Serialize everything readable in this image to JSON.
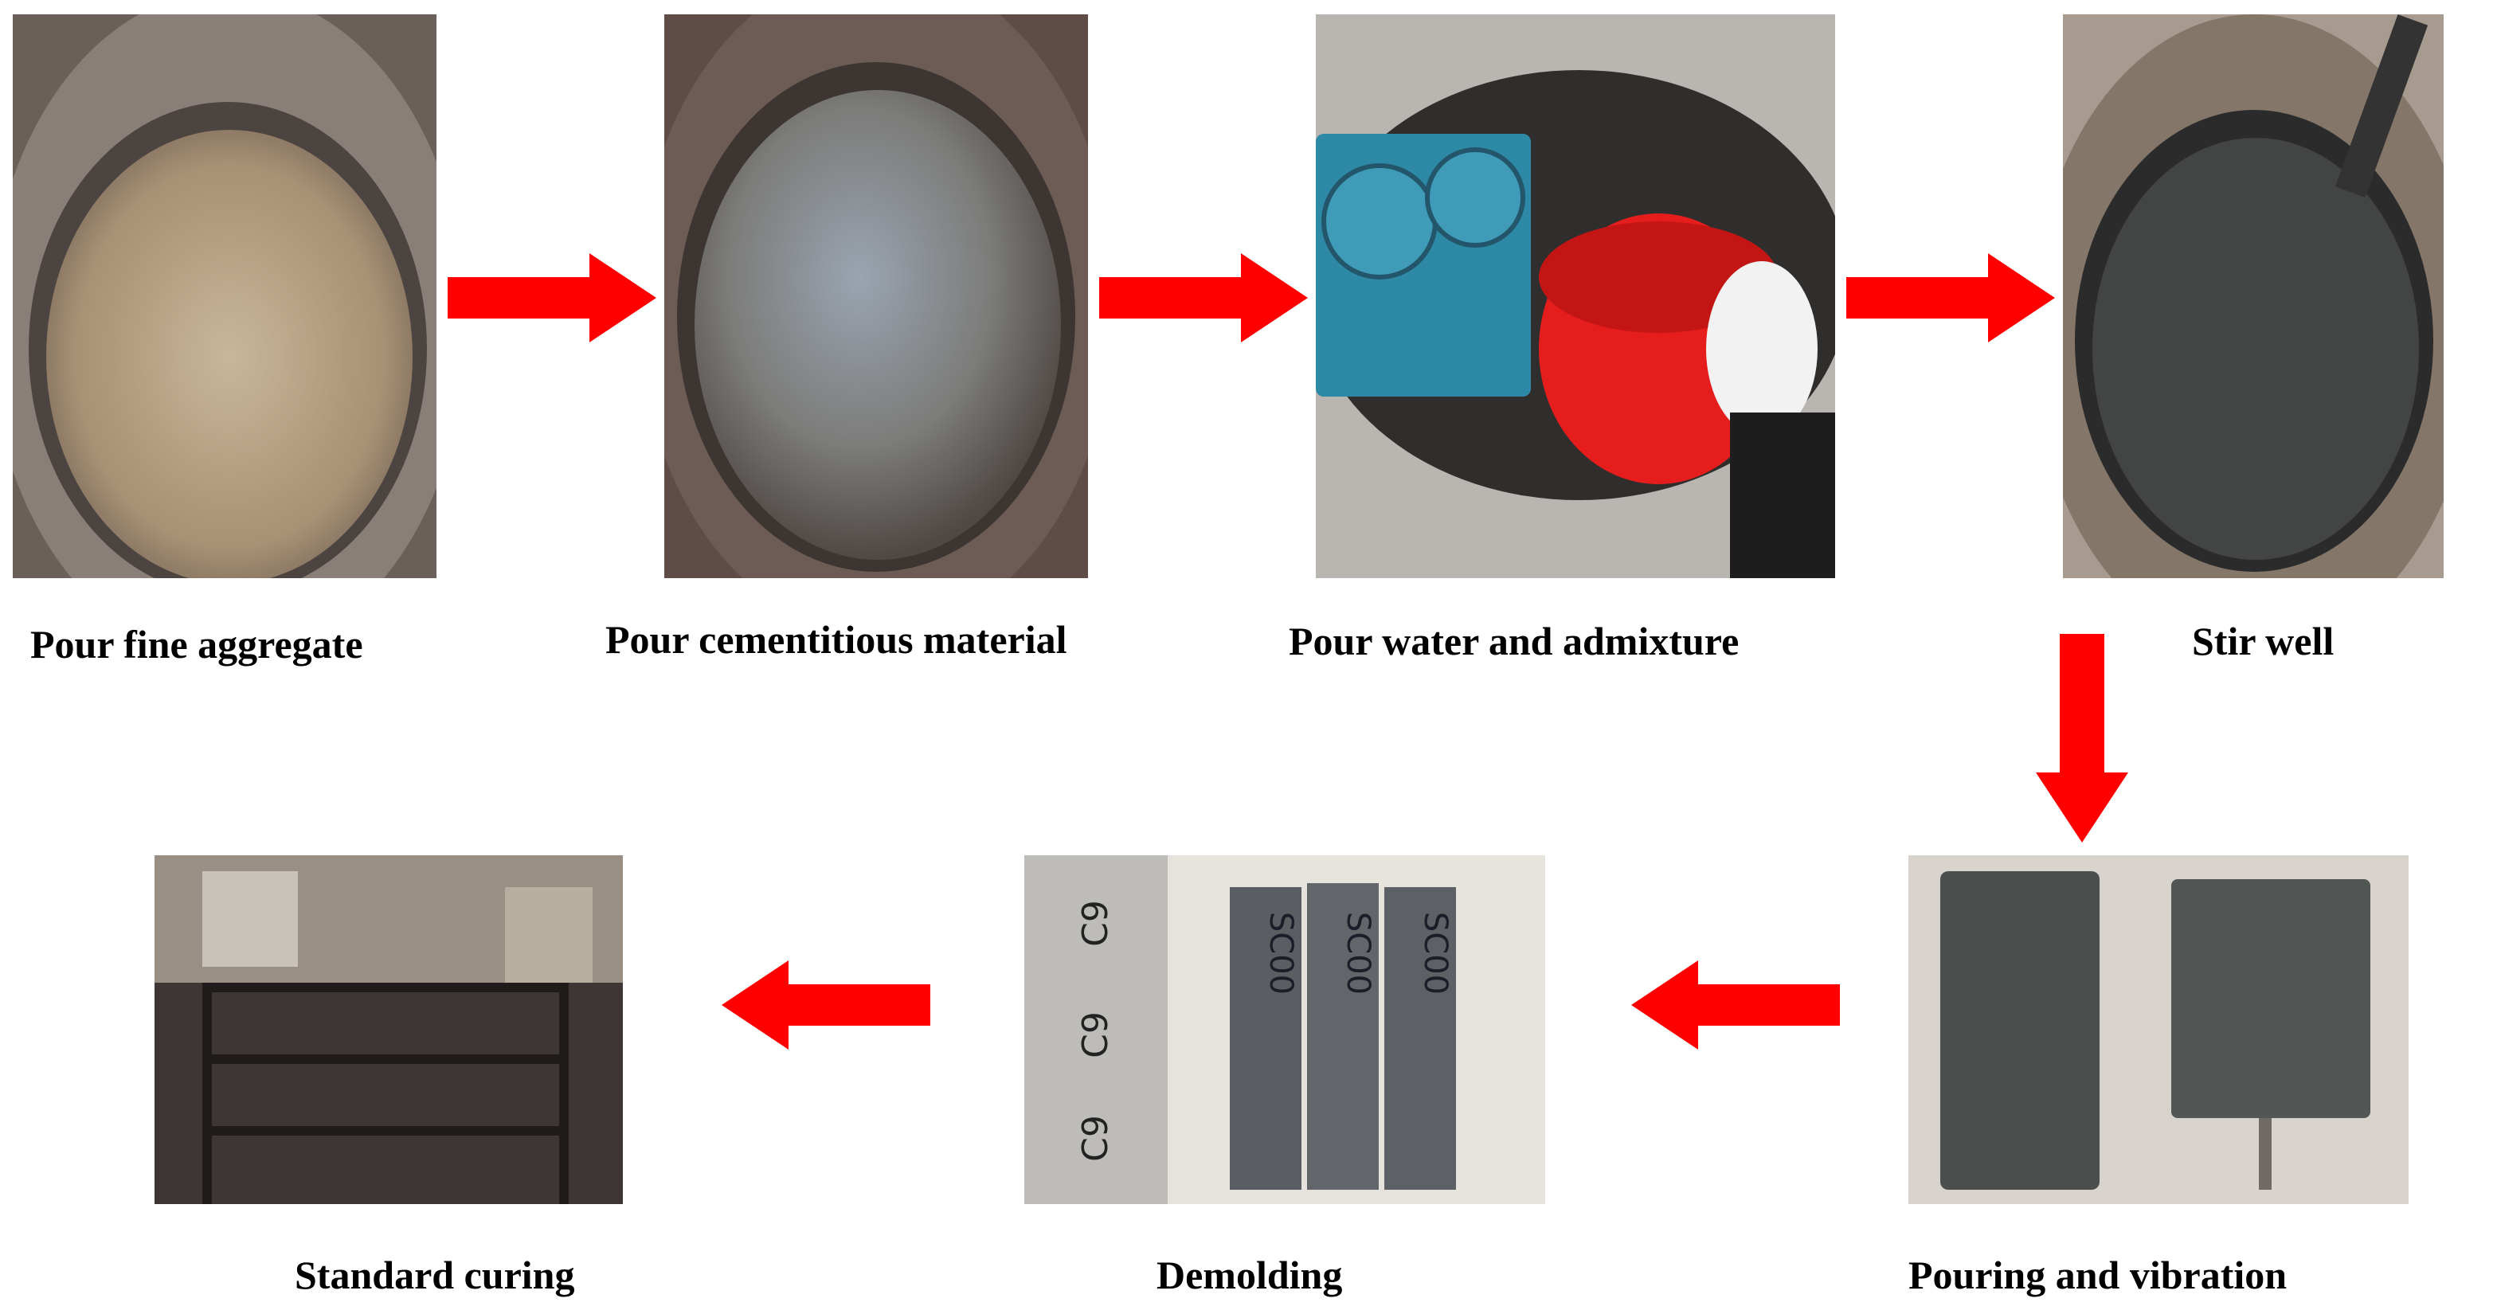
{
  "steps": {
    "fine_aggregate": "Pour fine aggregate",
    "cementitious": "Pour cementitious material",
    "water_admixture": "Pour water and admixture",
    "stir": "Stir well",
    "pouring": "Pouring and vibration",
    "demolding": "Demolding",
    "curing": "Standard curing"
  },
  "specimen_marks": {
    "mold_numbers": [
      "C9",
      "C9",
      "C9"
    ],
    "specimen_code": "SC00"
  },
  "colors": {
    "arrow": "#ff0000"
  }
}
